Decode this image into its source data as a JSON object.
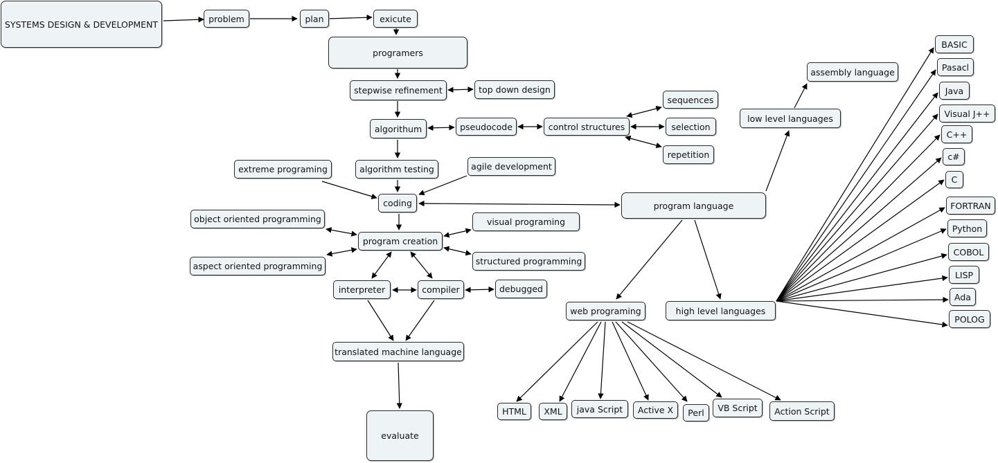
{
  "nodes": {
    "systems": "SYSTEMS DESIGN & DEVELOPMENT",
    "problem": "problem",
    "plan": "plan",
    "exicute": "exicute",
    "programers": "programers",
    "stepwise": "stepwise refinement",
    "topdown": "top down design",
    "algorithum": "algorithum",
    "pseudocode": "pseudocode",
    "control": "control structures",
    "sequences": "sequences",
    "selection": "selection",
    "repetition": "repetition",
    "extreme": "extreme programing",
    "algtest": "algorithm testing",
    "agile": "agile development",
    "coding": "coding",
    "oop": "object oriented programming",
    "progcreation": "program creation",
    "visual": "visual programing",
    "aop": "aspect oriented programming",
    "structured": "structured programming",
    "interpreter": "interpreter",
    "compiler": "compiler",
    "debugged": "debugged",
    "translated": "translated machine language",
    "evaluate": "evaluate",
    "proglang": "program language",
    "lowlevel": "low level languages",
    "assembly": "assembly language",
    "highlevel": "high level languages",
    "web": "web programing",
    "basic": "BASIC",
    "pasacl": "Pasacl",
    "java": "Java",
    "visualj": "Visual J++",
    "cpp": "C++",
    "csharp": "c#",
    "c": "C",
    "fortran": "FORTRAN",
    "python": "Python",
    "cobol": "COBOL",
    "lisp": "LISP",
    "ada": "Ada",
    "prolog": "POLOG",
    "html": "HTML",
    "xml": "XML",
    "javascript": "java Script",
    "activex": "Active X",
    "perl": "Perl",
    "vbscript": "VB Script",
    "actionscript": "Action Script"
  },
  "colors": {
    "node_fill": "#eef4f6",
    "node_border": "#2a2a2a",
    "edge": "#000000"
  }
}
